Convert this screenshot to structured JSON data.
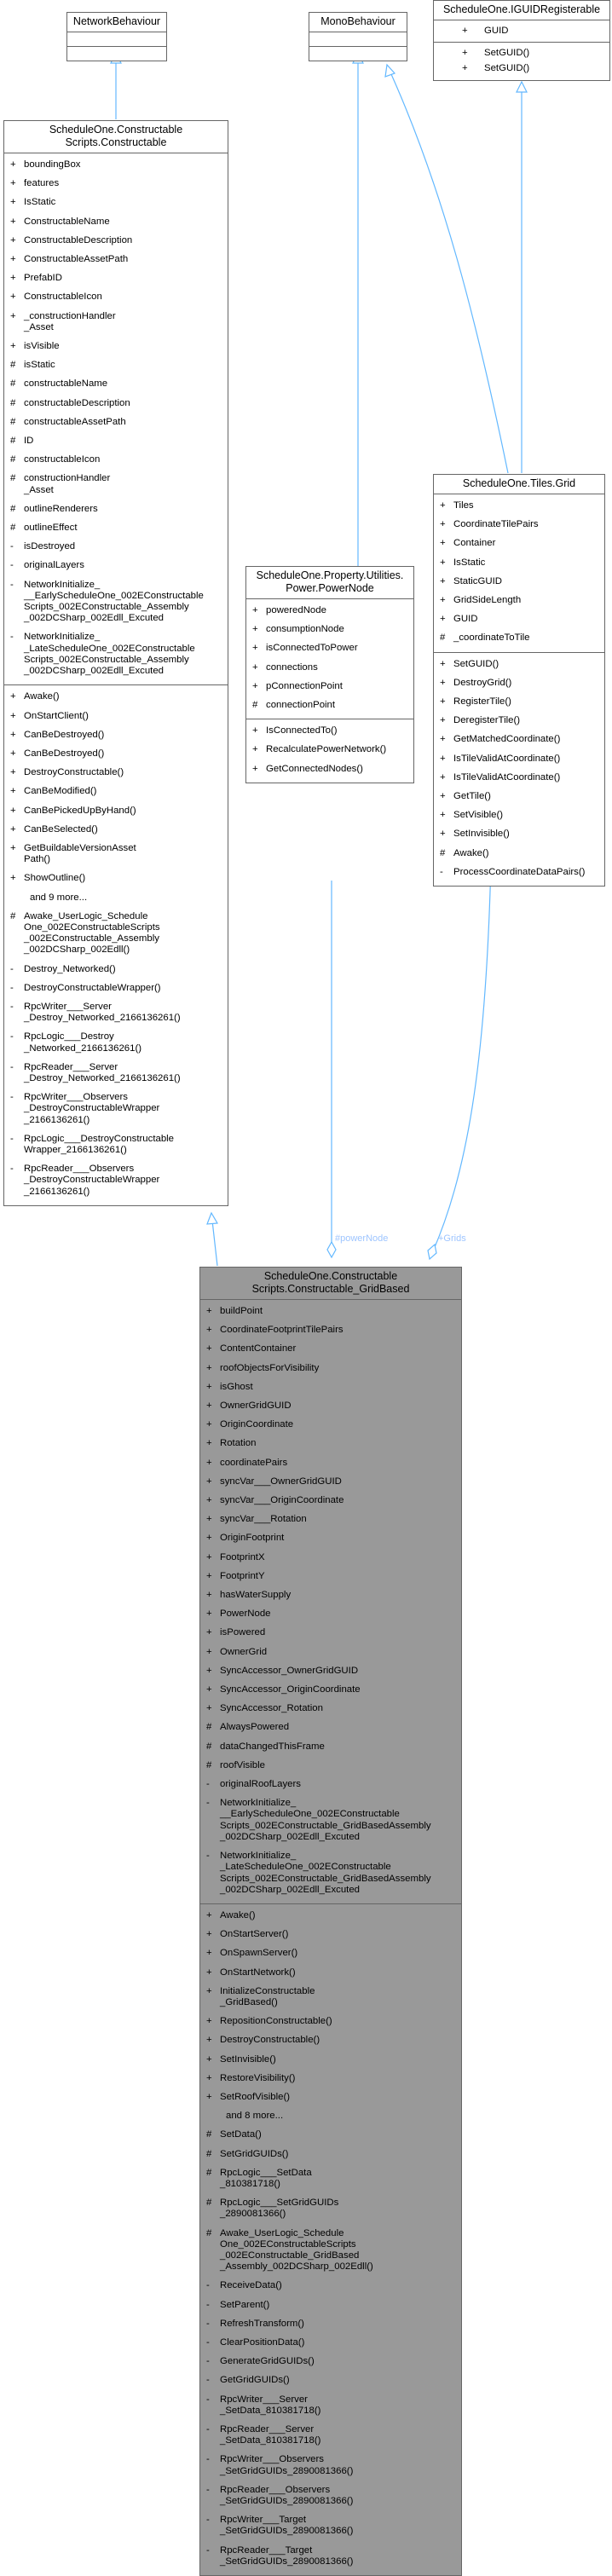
{
  "colors": {
    "edge": "#63b8ff",
    "box_border": "#666666",
    "focus_fill": "#999999",
    "edge_label": "#9ec5ff"
  },
  "classes": {
    "network_behaviour": {
      "title": "NetworkBehaviour"
    },
    "mono_behaviour": {
      "title": "MonoBehaviour"
    },
    "iguid_registerable": {
      "title": "ScheduleOne.IGUIDRegisterable",
      "attributes": [
        {
          "vis": "+",
          "name": "GUID"
        }
      ],
      "operations": [
        {
          "vis": "+",
          "name": "SetGUID()"
        },
        {
          "vis": "+",
          "name": "SetGUID()"
        }
      ]
    },
    "constructable": {
      "title": "ScheduleOne.Constructable\nScripts.Constructable",
      "attributes": [
        {
          "vis": "+",
          "name": "boundingBox"
        },
        {
          "vis": "+",
          "name": "features"
        },
        {
          "vis": "+",
          "name": "IsStatic"
        },
        {
          "vis": "+",
          "name": "ConstructableName"
        },
        {
          "vis": "+",
          "name": "ConstructableDescription"
        },
        {
          "vis": "+",
          "name": "ConstructableAssetPath"
        },
        {
          "vis": "+",
          "name": "PrefabID"
        },
        {
          "vis": "+",
          "name": "ConstructableIcon"
        },
        {
          "vis": "+",
          "name": "_constructionHandler\n_Asset"
        },
        {
          "vis": "+",
          "name": "isVisible"
        },
        {
          "vis": "#",
          "name": "isStatic"
        },
        {
          "vis": "#",
          "name": "constructableName"
        },
        {
          "vis": "#",
          "name": "constructableDescription"
        },
        {
          "vis": "#",
          "name": "constructableAssetPath"
        },
        {
          "vis": "#",
          "name": "ID"
        },
        {
          "vis": "#",
          "name": "constructableIcon"
        },
        {
          "vis": "#",
          "name": "constructionHandler\n_Asset"
        },
        {
          "vis": "#",
          "name": "outlineRenderers"
        },
        {
          "vis": "#",
          "name": "outlineEffect"
        },
        {
          "vis": "-",
          "name": "isDestroyed"
        },
        {
          "vis": "-",
          "name": "originalLayers"
        },
        {
          "vis": "-",
          "name": "NetworkInitialize_\n__EarlyScheduleOne_002EConstructable\nScripts_002EConstructable_Assembly\n_002DCSharp_002Edll_Excuted"
        },
        {
          "vis": "-",
          "name": "NetworkInitialize_\n_LateScheduleOne_002EConstructable\nScripts_002EConstructable_Assembly\n_002DCSharp_002Edll_Excuted"
        }
      ],
      "operations": [
        {
          "vis": "+",
          "name": "Awake()"
        },
        {
          "vis": "+",
          "name": "OnStartClient()"
        },
        {
          "vis": "+",
          "name": "CanBeDestroyed()"
        },
        {
          "vis": "+",
          "name": "CanBeDestroyed()"
        },
        {
          "vis": "+",
          "name": "DestroyConstructable()"
        },
        {
          "vis": "+",
          "name": "CanBeModified()"
        },
        {
          "vis": "+",
          "name": "CanBePickedUpByHand()"
        },
        {
          "vis": "+",
          "name": "CanBeSelected()"
        },
        {
          "vis": "+",
          "name": "GetBuildableVersionAsset\nPath()"
        },
        {
          "vis": "+",
          "name": "ShowOutline()"
        },
        {
          "vis": "",
          "name": "and 9 more..."
        },
        {
          "vis": "#",
          "name": "Awake_UserLogic_Schedule\nOne_002EConstructableScripts\n_002EConstructable_Assembly\n_002DCSharp_002Edll()"
        },
        {
          "vis": "-",
          "name": "Destroy_Networked()"
        },
        {
          "vis": "-",
          "name": "DestroyConstructableWrapper()"
        },
        {
          "vis": "-",
          "name": "RpcWriter___Server\n_Destroy_Networked_2166136261()"
        },
        {
          "vis": "-",
          "name": "RpcLogic___Destroy\n_Networked_2166136261()"
        },
        {
          "vis": "-",
          "name": "RpcReader___Server\n_Destroy_Networked_2166136261()"
        },
        {
          "vis": "-",
          "name": "RpcWriter___Observers\n_DestroyConstructableWrapper\n_2166136261()"
        },
        {
          "vis": "-",
          "name": "RpcLogic___DestroyConstructable\nWrapper_2166136261()"
        },
        {
          "vis": "-",
          "name": "RpcReader___Observers\n_DestroyConstructableWrapper\n_2166136261()"
        }
      ]
    },
    "power_node": {
      "title": "ScheduleOne.Property.Utilities.\nPower.PowerNode",
      "attributes": [
        {
          "vis": "+",
          "name": "poweredNode"
        },
        {
          "vis": "+",
          "name": "consumptionNode"
        },
        {
          "vis": "+",
          "name": "isConnectedToPower"
        },
        {
          "vis": "+",
          "name": "connections"
        },
        {
          "vis": "+",
          "name": "pConnectionPoint"
        },
        {
          "vis": "#",
          "name": "connectionPoint"
        }
      ],
      "operations": [
        {
          "vis": "+",
          "name": "IsConnectedTo()"
        },
        {
          "vis": "+",
          "name": "RecalculatePowerNetwork()"
        },
        {
          "vis": "+",
          "name": "GetConnectedNodes()"
        }
      ]
    },
    "grid": {
      "title": "ScheduleOne.Tiles.Grid",
      "attributes": [
        {
          "vis": "+",
          "name": "Tiles"
        },
        {
          "vis": "+",
          "name": "CoordinateTilePairs"
        },
        {
          "vis": "+",
          "name": "Container"
        },
        {
          "vis": "+",
          "name": "IsStatic"
        },
        {
          "vis": "+",
          "name": "StaticGUID"
        },
        {
          "vis": "+",
          "name": "GridSideLength"
        },
        {
          "vis": "+",
          "name": "GUID"
        },
        {
          "vis": "#",
          "name": "_coordinateToTile"
        }
      ],
      "operations": [
        {
          "vis": "+",
          "name": "SetGUID()"
        },
        {
          "vis": "+",
          "name": "DestroyGrid()"
        },
        {
          "vis": "+",
          "name": "RegisterTile()"
        },
        {
          "vis": "+",
          "name": "DeregisterTile()"
        },
        {
          "vis": "+",
          "name": "GetMatchedCoordinate()"
        },
        {
          "vis": "+",
          "name": "IsTileValidAtCoordinate()"
        },
        {
          "vis": "+",
          "name": "IsTileValidAtCoordinate()"
        },
        {
          "vis": "+",
          "name": "GetTile()"
        },
        {
          "vis": "+",
          "name": "SetVisible()"
        },
        {
          "vis": "+",
          "name": "SetInvisible()"
        },
        {
          "vis": "#",
          "name": "Awake()"
        },
        {
          "vis": "-",
          "name": "ProcessCoordinateDataPairs()"
        }
      ]
    },
    "constructable_grid_based": {
      "title": "ScheduleOne.Constructable\nScripts.Constructable_GridBased",
      "attributes": [
        {
          "vis": "+",
          "name": "buildPoint"
        },
        {
          "vis": "+",
          "name": "CoordinateFootprintTilePairs"
        },
        {
          "vis": "+",
          "name": "ContentContainer"
        },
        {
          "vis": "+",
          "name": "roofObjectsForVisibility"
        },
        {
          "vis": "+",
          "name": "isGhost"
        },
        {
          "vis": "+",
          "name": "OwnerGridGUID"
        },
        {
          "vis": "+",
          "name": "OriginCoordinate"
        },
        {
          "vis": "+",
          "name": "Rotation"
        },
        {
          "vis": "+",
          "name": "coordinatePairs"
        },
        {
          "vis": "+",
          "name": "syncVar___OwnerGridGUID"
        },
        {
          "vis": "+",
          "name": "syncVar___OriginCoordinate"
        },
        {
          "vis": "+",
          "name": "syncVar___Rotation"
        },
        {
          "vis": "+",
          "name": "OriginFootprint"
        },
        {
          "vis": "+",
          "name": "FootprintX"
        },
        {
          "vis": "+",
          "name": "FootprintY"
        },
        {
          "vis": "+",
          "name": "hasWaterSupply"
        },
        {
          "vis": "+",
          "name": "PowerNode"
        },
        {
          "vis": "+",
          "name": "isPowered"
        },
        {
          "vis": "+",
          "name": "OwnerGrid"
        },
        {
          "vis": "+",
          "name": "SyncAccessor_OwnerGridGUID"
        },
        {
          "vis": "+",
          "name": "SyncAccessor_OriginCoordinate"
        },
        {
          "vis": "+",
          "name": "SyncAccessor_Rotation"
        },
        {
          "vis": "#",
          "name": "AlwaysPowered"
        },
        {
          "vis": "#",
          "name": "dataChangedThisFrame"
        },
        {
          "vis": "#",
          "name": "roofVisible"
        },
        {
          "vis": "-",
          "name": "originalRoofLayers"
        },
        {
          "vis": "-",
          "name": "NetworkInitialize_\n__EarlyScheduleOne_002EConstructable\nScripts_002EConstructable_GridBasedAssembly\n_002DCSharp_002Edll_Excuted"
        },
        {
          "vis": "-",
          "name": "NetworkInitialize_\n_LateScheduleOne_002EConstructable\nScripts_002EConstructable_GridBasedAssembly\n_002DCSharp_002Edll_Excuted"
        }
      ],
      "operations": [
        {
          "vis": "+",
          "name": "Awake()"
        },
        {
          "vis": "+",
          "name": "OnStartServer()"
        },
        {
          "vis": "+",
          "name": "OnSpawnServer()"
        },
        {
          "vis": "+",
          "name": "OnStartNetwork()"
        },
        {
          "vis": "+",
          "name": "InitializeConstructable\n_GridBased()"
        },
        {
          "vis": "+",
          "name": "RepositionConstructable()"
        },
        {
          "vis": "+",
          "name": "DestroyConstructable()"
        },
        {
          "vis": "+",
          "name": "SetInvisible()"
        },
        {
          "vis": "+",
          "name": "RestoreVisibility()"
        },
        {
          "vis": "+",
          "name": "SetRoofVisible()"
        },
        {
          "vis": "",
          "name": "and 8 more..."
        },
        {
          "vis": "#",
          "name": "SetData()"
        },
        {
          "vis": "#",
          "name": "SetGridGUIDs()"
        },
        {
          "vis": "#",
          "name": "RpcLogic___SetData\n_810381718()"
        },
        {
          "vis": "#",
          "name": "RpcLogic___SetGridGUIDs\n_2890081366()"
        },
        {
          "vis": "#",
          "name": "Awake_UserLogic_Schedule\nOne_002EConstructableScripts\n_002EConstructable_GridBased\n_Assembly_002DCSharp_002Edll()"
        },
        {
          "vis": "-",
          "name": "ReceiveData()"
        },
        {
          "vis": "-",
          "name": "SetParent()"
        },
        {
          "vis": "-",
          "name": "RefreshTransform()"
        },
        {
          "vis": "-",
          "name": "ClearPositionData()"
        },
        {
          "vis": "-",
          "name": "GenerateGridGUIDs()"
        },
        {
          "vis": "-",
          "name": "GetGridGUIDs()"
        },
        {
          "vis": "-",
          "name": "RpcWriter___Server\n_SetData_810381718()"
        },
        {
          "vis": "-",
          "name": "RpcReader___Server\n_SetData_810381718()"
        },
        {
          "vis": "-",
          "name": "RpcWriter___Observers\n_SetGridGUIDs_2890081366()"
        },
        {
          "vis": "-",
          "name": "RpcReader___Observers\n_SetGridGUIDs_2890081366()"
        },
        {
          "vis": "-",
          "name": "RpcWriter___Target\n_SetGridGUIDs_2890081366()"
        },
        {
          "vis": "-",
          "name": "RpcReader___Target\n_SetGridGUIDs_2890081366()"
        }
      ]
    }
  },
  "edge_labels": {
    "power_node": "#powerNode",
    "grids": "+Grids"
  }
}
